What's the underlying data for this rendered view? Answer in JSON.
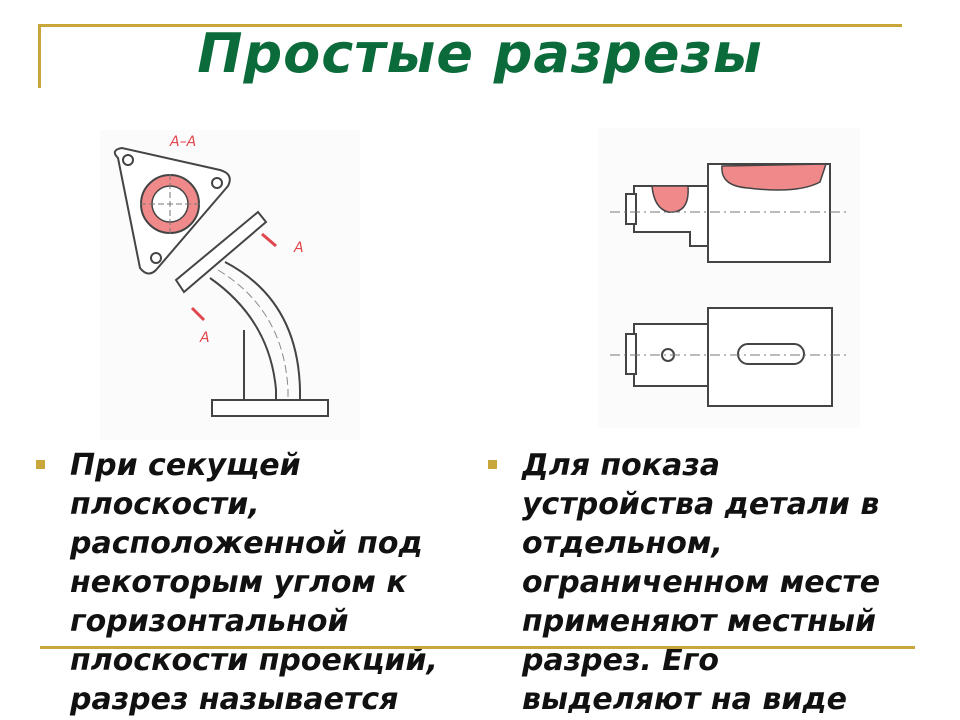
{
  "slide": {
    "title": "Простые разрезы",
    "figure_left": {
      "label_top": "А–А",
      "label_cut": "А",
      "label_cut2": "А"
    },
    "bullets": [
      {
        "lines": [
          "При секущей",
          "плоскости,",
          "расположенной под",
          "некоторым углом к",
          "горизонтальной",
          "плоскости проекций,",
          "разрез называется"
        ]
      },
      {
        "lines": [
          "Для показа",
          "устройства детали в",
          "отдельном,",
          "ограниченном месте",
          "применяют местный",
          "разрез. Его",
          "выделяют на виде"
        ]
      }
    ]
  },
  "colors": {
    "title": "#0b6b3a",
    "accent_rule": "#c8a63a",
    "hatch": "#e0474c",
    "drawing": "#444444"
  }
}
